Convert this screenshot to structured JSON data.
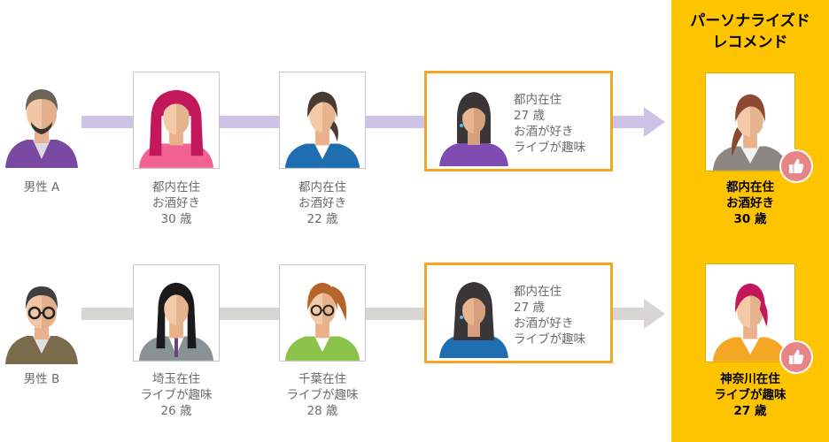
{
  "rows": [
    {
      "user_label": "男性 A",
      "history": [
        {
          "lines": [
            "都内在住",
            "お酒好き",
            "30 歳"
          ]
        },
        {
          "lines": [
            "都内在住",
            "お酒好き",
            "22 歳"
          ]
        }
      ],
      "profile": {
        "lines": [
          "都内在住",
          "27 歳",
          "お酒が好き",
          "ライブが趣味"
        ]
      },
      "recommend": {
        "lines": [
          "都内在住",
          "お酒好き",
          "30 歳"
        ]
      }
    },
    {
      "user_label": "男性 B",
      "history": [
        {
          "lines": [
            "埼玉在住",
            "ライブが趣味",
            "26 歳"
          ]
        },
        {
          "lines": [
            "千葉在住",
            "ライブが趣味",
            "28 歳"
          ]
        }
      ],
      "profile": {
        "lines": [
          "都内在住",
          "27 歳",
          "お酒が好き",
          "ライブが趣味"
        ]
      },
      "recommend": {
        "lines": [
          "神奈川在住",
          "ライブが趣味",
          "27 歳"
        ]
      }
    }
  ],
  "panel": {
    "title_lines": [
      "パーソナライズド",
      "レコメンド"
    ]
  },
  "colors": {
    "panel": "#ffc400",
    "highlight_border": "#f5a623",
    "row1_arrow": "#cdc3e6",
    "row2_arrow": "#d8d6d3",
    "like_badge": "#e98587"
  },
  "icons": {
    "like": "thumbs-up-icon"
  }
}
